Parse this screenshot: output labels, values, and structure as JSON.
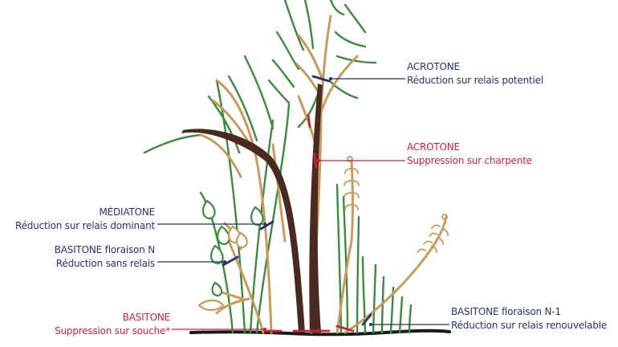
{
  "colors": {
    "navy": "#26336b",
    "red": "#c8243b",
    "green": "#3b8a3d",
    "tan": "#c89a5b",
    "brown": "#4a2a20",
    "soil": "#1a1a1a"
  },
  "labels": {
    "acrotone_relais": {
      "title": "ACROTONE",
      "subtitle": "Réduction sur relais potentiel"
    },
    "acrotone_charpente": {
      "title": "ACROTONE",
      "subtitle": "Suppression sur charpente"
    },
    "mediatone": {
      "title": "MÉDIATONE",
      "subtitle": "Réduction sur relais dominant"
    },
    "basitone_n": {
      "title": "BASITONE floraison N",
      "subtitle": "Réduction sans relais"
    },
    "basitone": {
      "title": "BASITONE",
      "subtitle": "Suppression sur souche*"
    },
    "basitone_n1": {
      "title": "BASITONE floraison N-1",
      "subtitle": "Réduction sur relais renouvelable"
    }
  }
}
